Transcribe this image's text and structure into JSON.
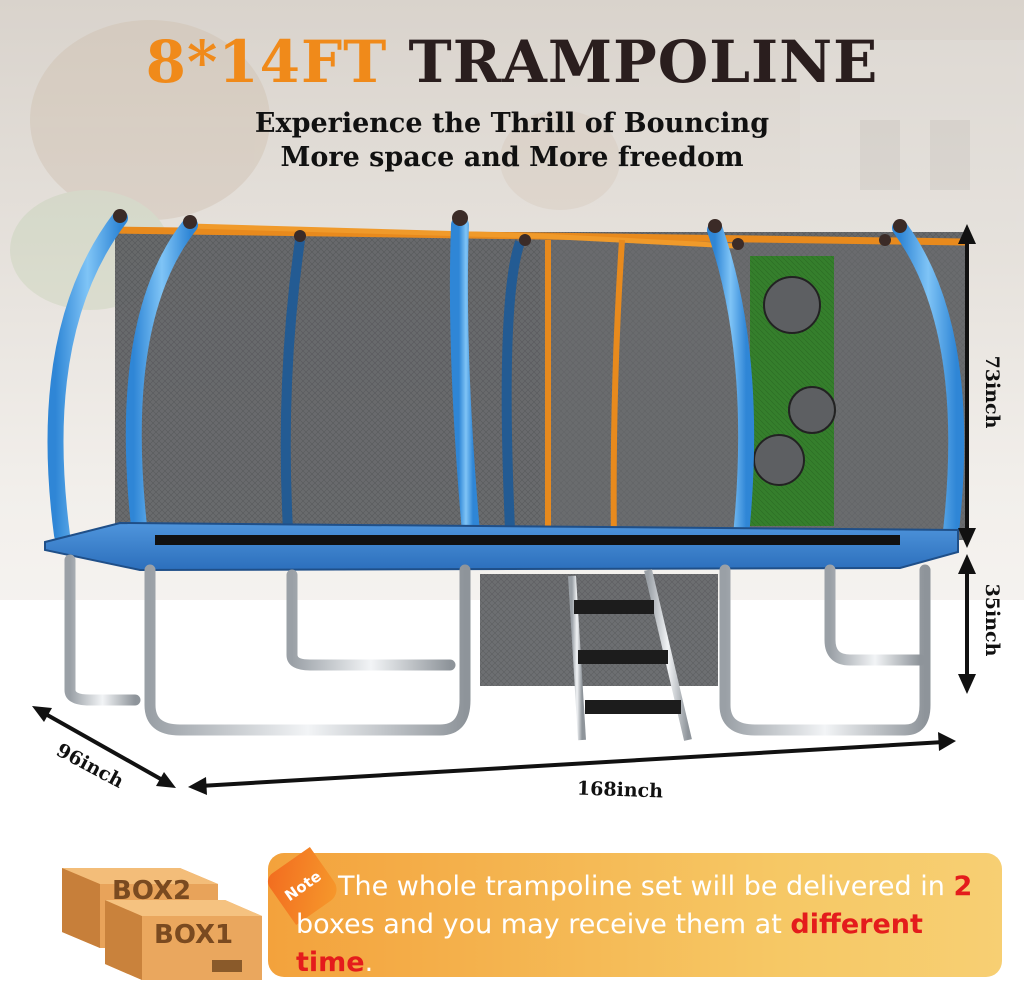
{
  "title": {
    "size": "8*14FT",
    "product": "TRAMPOLINE"
  },
  "subtitle": {
    "line1": "Experience the Thrill of Bouncing",
    "line2": "More space and More freedom"
  },
  "dimensions": {
    "height_upper": "73inch",
    "height_lower": "35inch",
    "width": "96inch",
    "length": "168inch"
  },
  "note": {
    "tag": "Note",
    "part1": "The whole trampoline set will be delivered in",
    "count": "2",
    "part2": " boxes and you may receive them at ",
    "highlight1": "different",
    "highlight2": "time",
    "end": "."
  },
  "boxes": {
    "box_back": "BOX2",
    "box_front": "BOX1"
  },
  "colors": {
    "accent_orange": "#f08a1a",
    "frame_blue": "#3a8fd8",
    "note_red": "#e41c1c",
    "net_green": "#2f7d2a"
  }
}
